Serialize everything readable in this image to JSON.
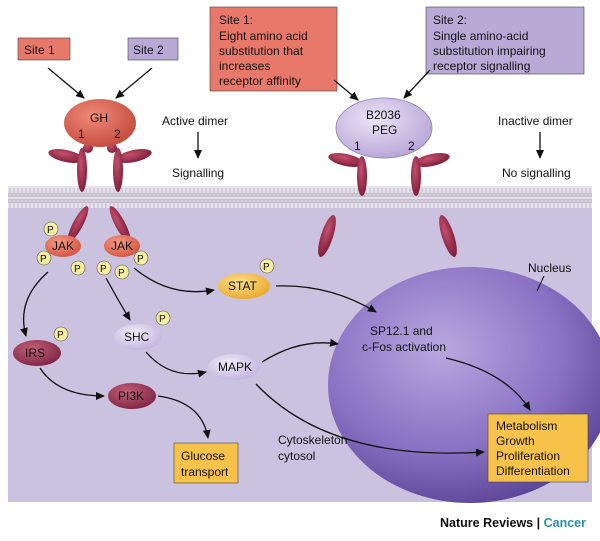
{
  "labels": {
    "site1": "Site 1",
    "site2": "Site 2",
    "gh": "GH",
    "one": "1",
    "two": "2",
    "active_dimer": "Active dimer",
    "signalling": "Signalling",
    "inactive_dimer": "Inactive dimer",
    "no_signalling": "No signalling",
    "b2036_line1": "B2036",
    "b2036_line2": "PEG",
    "nucleus": "Nucleus",
    "jak": "JAK",
    "p": "P",
    "stat": "STAT",
    "shc": "SHC",
    "irs": "IRS",
    "pi3k": "PI3K",
    "mapk": "MAPK",
    "sp121_line1": "SP12.1 and",
    "sp121_line2": "c-Fos activation",
    "cytoskeleton_line1": "Cytoskeleton",
    "cytoskeleton_line2": "cytosol",
    "glucose_line1": "Glucose",
    "glucose_line2": "transport",
    "outcomes": [
      "Metabolism",
      "Growth",
      "Proliferation",
      "Differentiation"
    ]
  },
  "callouts": {
    "site1_box": [
      "Site 1:",
      "Eight amino acid",
      "substitution that",
      "increases",
      "receptor affinity"
    ],
    "site2_box": [
      "Site 2:",
      "Single amino-acid",
      "substitution impairing",
      "receptor signalling"
    ]
  },
  "footer": {
    "brand": "Nature Reviews",
    "separator": "|",
    "section": "Cancer"
  },
  "colors": {
    "site1_fill": "#e8786a",
    "site2_fill": "#b9a9d6",
    "receptor": "#8c2440",
    "receptor_light": "#c04a6a",
    "cytoplasm": "#cfc6e0",
    "nucleus": "#7c66b4",
    "yellow": "#f6c24a",
    "phospho": "#f7eea0",
    "jak": "#e8745f",
    "irs": "#9a3c5a"
  }
}
